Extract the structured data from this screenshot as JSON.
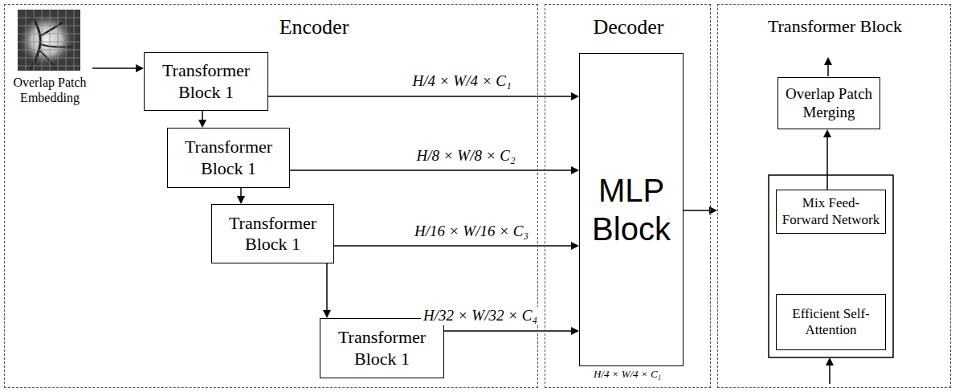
{
  "diagram": {
    "nodes": [
      {
        "text": [
          "Encoder"
        ]
      },
      {
        "text": [
          "Overlap Patch Embedding"
        ],
        "in": 0
      },
      {
        "text": [
          "Transformer Block 1"
        ],
        "in": 0
      },
      {
        "text": [
          "Transformer Block 1"
        ],
        "in": 0
      },
      {
        "text": [
          "Transformer Block 1"
        ],
        "in": 0
      },
      {
        "text": [
          "Transformer Block 1"
        ],
        "in": 0
      },
      {
        "text": [
          "Decoder"
        ]
      },
      {
        "text": [
          "MLP Block"
        ],
        "in": 6
      },
      {
        "text": [
          "Transformer Block"
        ]
      },
      {
        "text": [
          "Overlap Patch Merging"
        ],
        "in": 8
      },
      {
        "text": [
          "Mix Feed-Forward Network"
        ],
        "in": 8
      },
      {
        "text": [
          "Efficient Self-Attention"
        ],
        "in": 8
      }
    ],
    "edges": [
      {
        "from": 1,
        "to": 2,
        "arrow": "to"
      },
      {
        "from": 2,
        "to": 3,
        "arrow": "to"
      },
      {
        "from": 3,
        "to": 4,
        "arrow": "to"
      },
      {
        "from": 4,
        "to": 5,
        "arrow": "to"
      },
      {
        "from": 2,
        "to": 7,
        "label": "H/4 × W/4 × C₁",
        "arrow": "to"
      },
      {
        "from": 3,
        "to": 7,
        "label": "H/8 × W/8 × C₂",
        "arrow": "to"
      },
      {
        "from": 4,
        "to": 7,
        "label": "H/16 × W/16 × C₃",
        "arrow": "to"
      },
      {
        "from": 5,
        "to": 7,
        "label": "H/32 × W/32 × C₄",
        "arrow": "to"
      },
      {
        "from": 7,
        "to": 8,
        "arrow": "to"
      },
      {
        "from": 10,
        "to": 9,
        "arrow": "to"
      }
    ],
    "labels": [
      "H/4 × W/4 × C₁"
    ]
  }
}
